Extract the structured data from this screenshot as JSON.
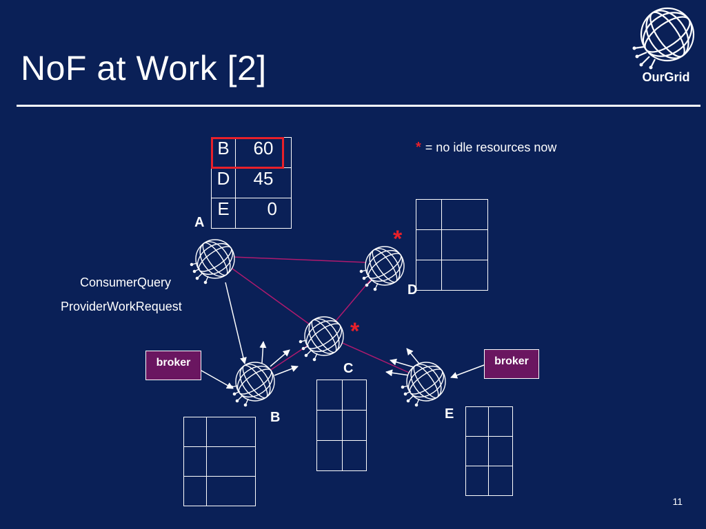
{
  "slide": {
    "title": "NoF at Work [2]",
    "page_number": "11"
  },
  "logo": {
    "text": "OurGrid"
  },
  "legend": {
    "star": "*",
    "text": "= no idle resources now"
  },
  "credit_table": {
    "rows": [
      {
        "peer": "B",
        "value": "60"
      },
      {
        "peer": "D",
        "value": "45"
      },
      {
        "peer": "E",
        "value": "0"
      }
    ]
  },
  "nodes": {
    "A": "A",
    "B": "B",
    "C": "C",
    "D": "D",
    "E": "E"
  },
  "stars": {
    "D": "*",
    "C": "*"
  },
  "messages": {
    "consumer_query": "ConsumerQuery",
    "provider_work_request": "ProviderWorkRequest"
  },
  "brokers": {
    "left": "broker",
    "right": "broker"
  },
  "colors": {
    "background": "#0a2057",
    "link": "#b01a6e",
    "star": "#e8202a",
    "broker_fill": "#6a1660"
  }
}
